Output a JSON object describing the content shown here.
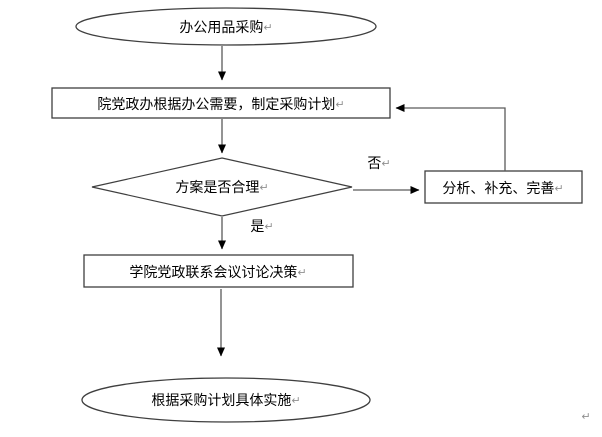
{
  "flowchart": {
    "nodes": {
      "start": {
        "type": "terminator",
        "label": "办公用品采购"
      },
      "plan": {
        "type": "process",
        "label": "院党政办根据办公需要，制定采购计划"
      },
      "decision": {
        "type": "decision",
        "label": "方案是否合理"
      },
      "revise": {
        "type": "process",
        "label": "分析、补充、完善"
      },
      "meeting": {
        "type": "process",
        "label": "学院党政联系会议讨论决策"
      },
      "end": {
        "type": "terminator",
        "label": "根据采购计划具体实施"
      }
    },
    "edge_labels": {
      "no": "否",
      "yes": "是"
    },
    "marks": {
      "return_mark": "↵",
      "paragraph_mark": "↵"
    },
    "colors": {
      "background": "#ffffff",
      "shape_border": "#3f3f3f",
      "shape_fill": "#ffffff",
      "connector": "#5a5a5a",
      "arrowhead": "#000000",
      "text": "#000000",
      "mark": "#8f8f8f"
    }
  }
}
